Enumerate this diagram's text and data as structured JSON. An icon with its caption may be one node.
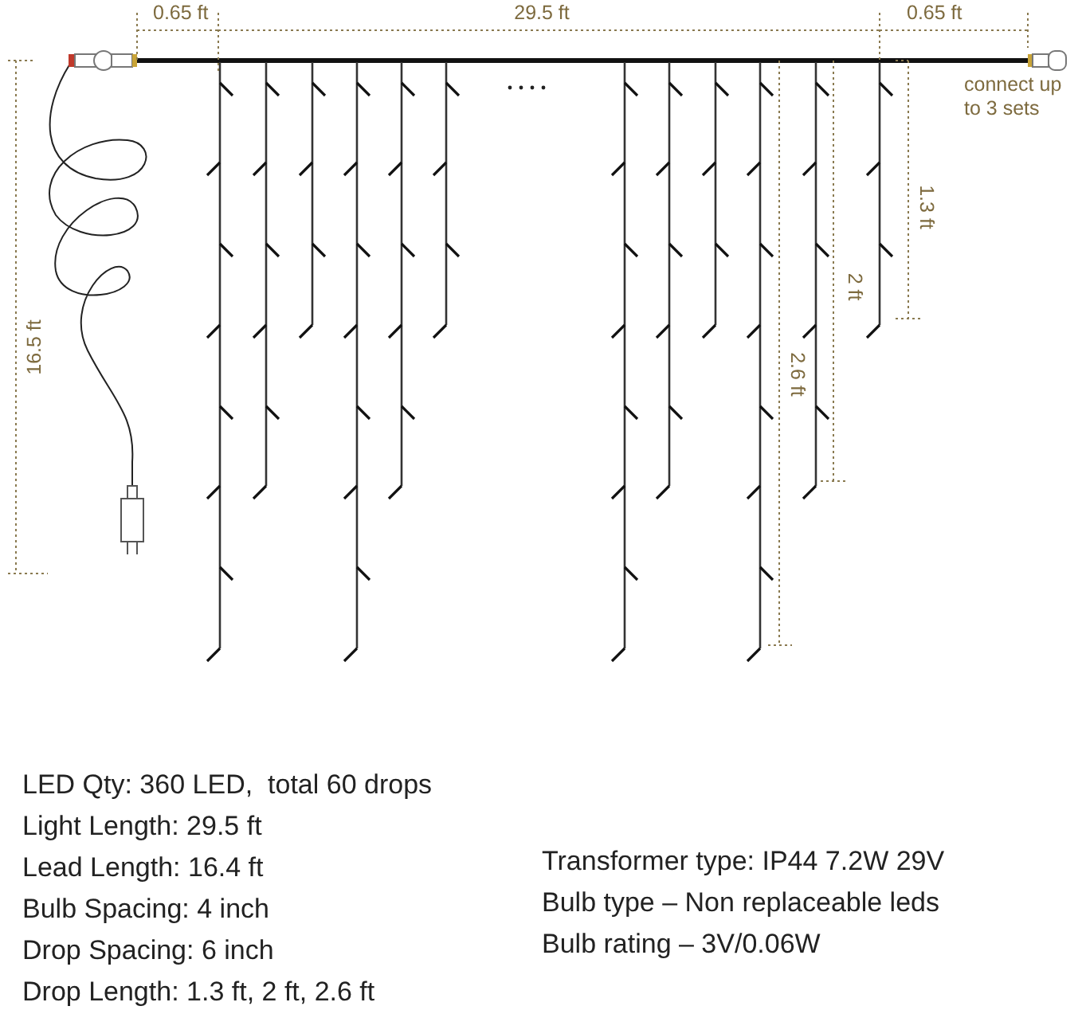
{
  "diagram": {
    "labels": [
      "0.65 ft",
      "29.5 ft",
      "0.65 ft",
      "connect up to 3 sets",
      "16.5 ft",
      "1.3 ft",
      "2 ft",
      "2.6 ft",
      "LED Qty: 360 LED,  total 60 drops",
      "Light Length: 29.5 ft",
      "Lead Length: 16.4 ft",
      "Bulb Spacing: 4 inch",
      "Drop Spacing: 6 inch",
      "Drop Length: 1.3 ft, 2 ft, 2.6 ft",
      "Transformer type: IP44 7.2W 29V",
      "Bulb type – Non replaceable leds",
      "Bulb rating – 3V/0.06W"
    ]
  }
}
